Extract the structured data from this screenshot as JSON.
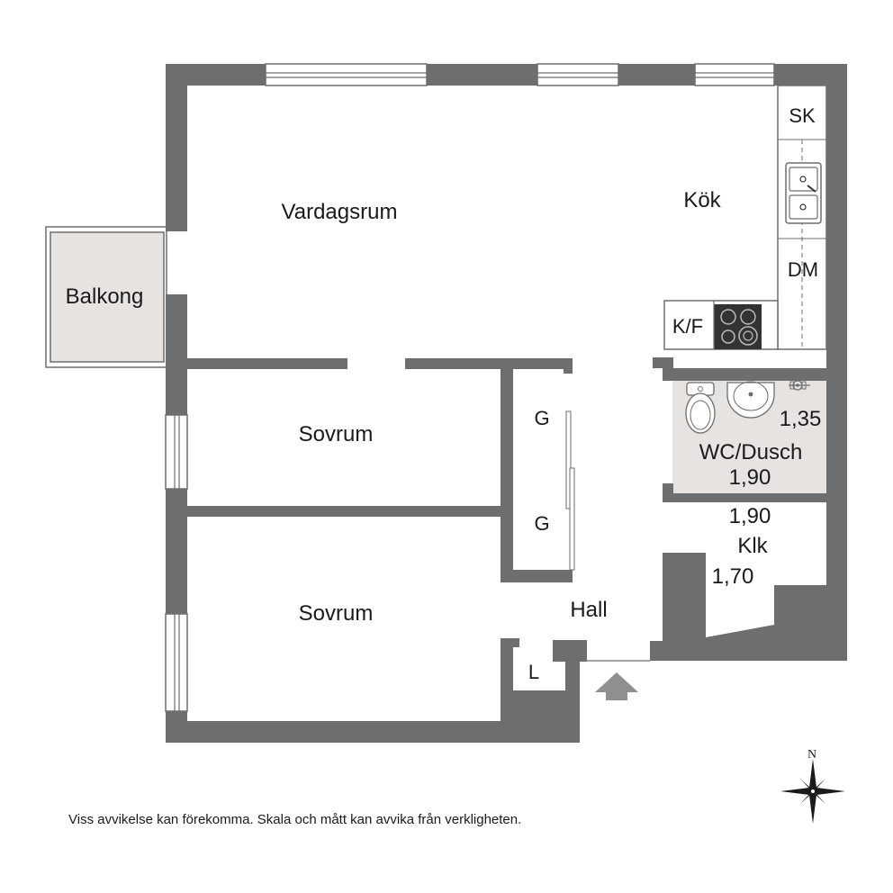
{
  "plan": {
    "rooms": {
      "vardagsrum": "Vardagsrum",
      "kok": "Kök",
      "balkong": "Balkong",
      "sovrum_1": "Sovrum",
      "sovrum_2": "Sovrum",
      "hall": "Hall",
      "wc": "WC/Dusch",
      "klk": "Klk"
    },
    "fixtures": {
      "sk": "SK",
      "dm": "DM",
      "kf": "K/F",
      "g_1": "G",
      "g_2": "G",
      "l": "L"
    },
    "dimensions": {
      "wc_width": "1,35",
      "wc_depth": "1,90",
      "klk_width": "1,90",
      "klk_depth": "1,70"
    },
    "compass": {
      "north": "N"
    },
    "colors": {
      "wall": "#6d6e70",
      "wc_floor": "#e6e3e1",
      "balcony_floor": "#e6e3e1",
      "entrance_arrow": "#8f8f8f"
    }
  },
  "disclaimer": "Viss avvikelse kan förekomma. Skala och mått kan avvika från verkligheten."
}
